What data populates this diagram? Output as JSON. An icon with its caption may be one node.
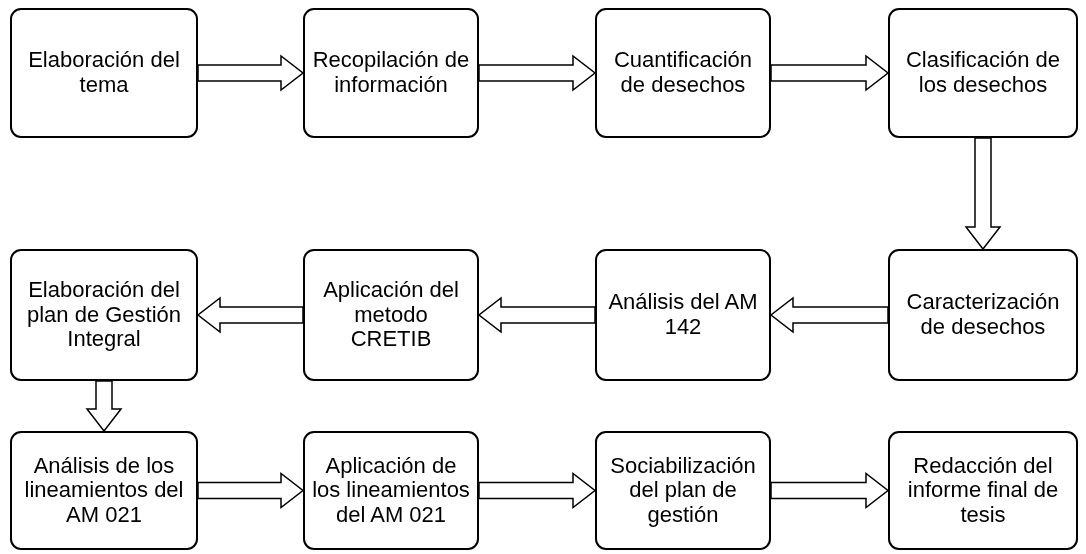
{
  "diagram": {
    "nodes": [
      {
        "text": [
          "Elaboración del tema"
        ]
      },
      {
        "text": [
          "Recopilación de información"
        ]
      },
      {
        "text": [
          "Cuantificación de desechos"
        ]
      },
      {
        "text": [
          "Clasificación de los desechos"
        ]
      },
      {
        "text": [
          "Elaboración del plan de Gestión Integral"
        ]
      },
      {
        "text": [
          "Aplicación del metodo CRETIB"
        ]
      },
      {
        "text": [
          "Análisis del AM 142"
        ]
      },
      {
        "text": [
          "Caracterización de desechos"
        ]
      },
      {
        "text": [
          "Análisis de los lineamientos del AM 021"
        ]
      },
      {
        "text": [
          "Aplicación de los lineamientos del AM 021"
        ]
      },
      {
        "text": [
          "Sociabilización del plan de gestión"
        ]
      },
      {
        "text": [
          "Redacción del informe final de tesis"
        ]
      }
    ],
    "edges": [
      {
        "from": 0,
        "to": 1,
        "arrow": "to"
      },
      {
        "from": 1,
        "to": 2,
        "arrow": "to"
      },
      {
        "from": 2,
        "to": 3,
        "arrow": "to"
      },
      {
        "from": 3,
        "to": 7,
        "arrow": "to"
      },
      {
        "from": 7,
        "to": 6,
        "arrow": "to"
      },
      {
        "from": 6,
        "to": 5,
        "arrow": "to"
      },
      {
        "from": 5,
        "to": 4,
        "arrow": "to"
      },
      {
        "from": 4,
        "to": 8,
        "arrow": "to"
      },
      {
        "from": 8,
        "to": 9,
        "arrow": "to"
      },
      {
        "from": 9,
        "to": 10,
        "arrow": "to"
      },
      {
        "from": 10,
        "to": 11,
        "arrow": "to"
      }
    ]
  }
}
